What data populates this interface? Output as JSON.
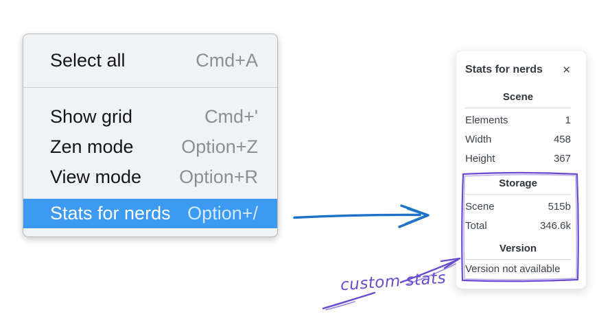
{
  "colors": {
    "menu-bg": "#f1f2f4",
    "menu-border": "#b6b9bd",
    "highlight-blue": "#3d9af2",
    "shortcut-gray": "#898f95",
    "panel-text": "#3d434a",
    "arrow-blue": "#1b72c8",
    "annotation-purple": "#6a4ad1"
  },
  "menu": {
    "sections": [
      {
        "items": [
          {
            "label": "Select all",
            "shortcut": "Cmd+A"
          }
        ]
      },
      {
        "items": [
          {
            "label": "Show grid",
            "shortcut": "Cmd+'"
          },
          {
            "label": "Zen mode",
            "shortcut": "Option+Z"
          },
          {
            "label": "View mode",
            "shortcut": "Option+R"
          },
          {
            "label": "Stats for nerds",
            "shortcut": "Option+/",
            "highlighted": true
          }
        ]
      }
    ]
  },
  "stats_panel": {
    "title": "Stats for nerds",
    "close_glyph": "✕",
    "sections": [
      {
        "header": "Scene",
        "rows": [
          {
            "label": "Elements",
            "value": "1"
          },
          {
            "label": "Width",
            "value": "458"
          },
          {
            "label": "Height",
            "value": "367"
          }
        ]
      },
      {
        "header": "Storage",
        "rows": [
          {
            "label": "Scene",
            "value": "515b"
          },
          {
            "label": "Total",
            "value": "346.6k"
          }
        ]
      },
      {
        "header": "Version",
        "rows": [],
        "note": "Version not available"
      }
    ]
  },
  "annotations": {
    "custom_stats_label": "custom stats"
  }
}
